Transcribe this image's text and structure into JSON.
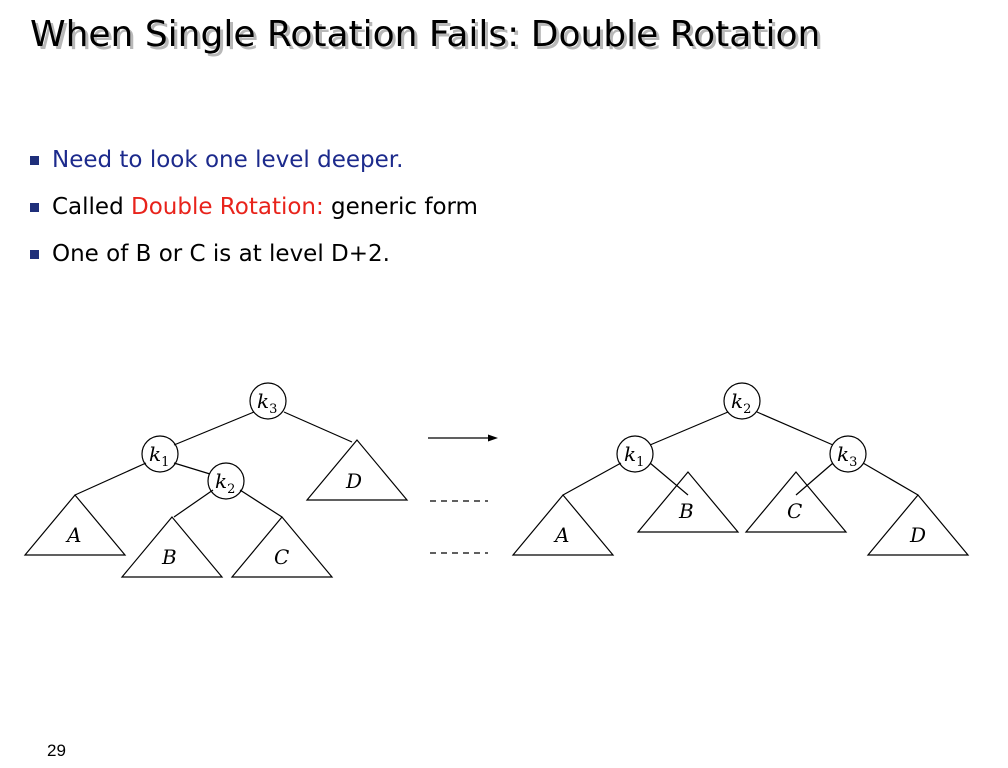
{
  "slide": {
    "title": "When Single Rotation Fails: Double Rotation",
    "bullets": [
      {
        "text": "Need to look one level deeper."
      },
      {
        "prefix": "Called ",
        "highlight": "Double Rotation:",
        "suffix": " generic form"
      },
      {
        "text": "One of B or C is at level D+2."
      }
    ],
    "colors": {
      "bullet_blue": "#1c2a8c",
      "highlight_red": "#e8231b",
      "bullet_marker": "#1f2f7a"
    },
    "page_number": "29"
  },
  "diagram": {
    "before": {
      "nodes": {
        "k3": "k",
        "k3_sub": "3",
        "k1": "k",
        "k1_sub": "1",
        "k2": "k",
        "k2_sub": "2"
      },
      "subtrees": {
        "A": "A",
        "B": "B",
        "C": "C",
        "D": "D"
      }
    },
    "after": {
      "nodes": {
        "k2": "k",
        "k2_sub": "2",
        "k1": "k",
        "k1_sub": "1",
        "k3": "k",
        "k3_sub": "3"
      },
      "subtrees": {
        "A": "A",
        "B": "B",
        "C": "C",
        "D": "D"
      }
    },
    "transform_arrow": "arrow-right-icon"
  }
}
